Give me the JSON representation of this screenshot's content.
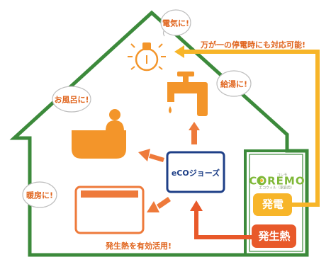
{
  "labels": {
    "electricity": "電気に!",
    "hot_water": "給湯に!",
    "bath": "お風呂に!",
    "heating": "暖房に!",
    "blackout_note": "万が一の停電時にも対応可能!",
    "waste_heat_note": "発生熱を有効活用!"
  },
  "eco_logo": "eCOジョーズ",
  "coremo": {
    "logo": "COREMO",
    "ruby": "コレモ",
    "subtitle": "エコウィル（家庭用）"
  },
  "boxes": {
    "power": "発電",
    "heat": "発生熱"
  },
  "colors": {
    "house": "#3c8a3b",
    "arrow": "#ee7a3b",
    "power_box": "#f7b529",
    "heat_box": "#e8592a",
    "eco_border": "#1e3f87",
    "bathtub": "#f3952a",
    "heater": "#ee7a3b"
  },
  "icons": [
    "light-bulb-icon",
    "faucet-icon",
    "bathtub-icon",
    "heater-icon"
  ]
}
